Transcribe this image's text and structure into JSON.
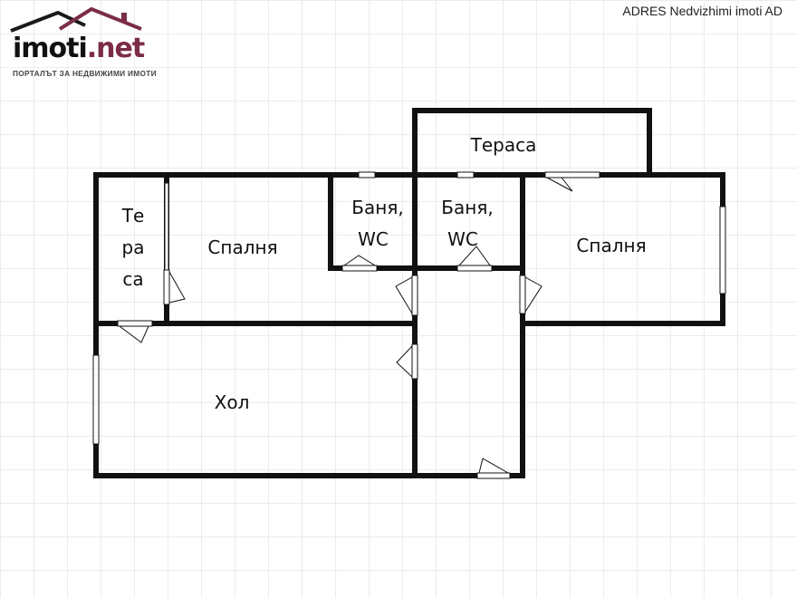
{
  "logo": {
    "brand": "imoti",
    "brand_suffix": ".net",
    "tagline": "ПОРТАЛЪТ ЗА НЕДВИЖИМИ ИМОТИ",
    "colors": {
      "house": "#7b2d45",
      "text": "#111111"
    }
  },
  "watermark": "ADRES Nedvizhimi imoti AD",
  "rooms": {
    "terrace_top": "Тераса",
    "terrace_left": [
      "Те",
      "ра",
      "са"
    ],
    "bedroom_left": "Спалня",
    "bath1": [
      "Баня,",
      "WC"
    ],
    "bath2": [
      "Баня,",
      "WC"
    ],
    "bedroom_right": "Спалня",
    "hall": "Хол"
  },
  "colors": {
    "wall": "#111111",
    "grid": "#ececec",
    "background": "#ffffff"
  }
}
